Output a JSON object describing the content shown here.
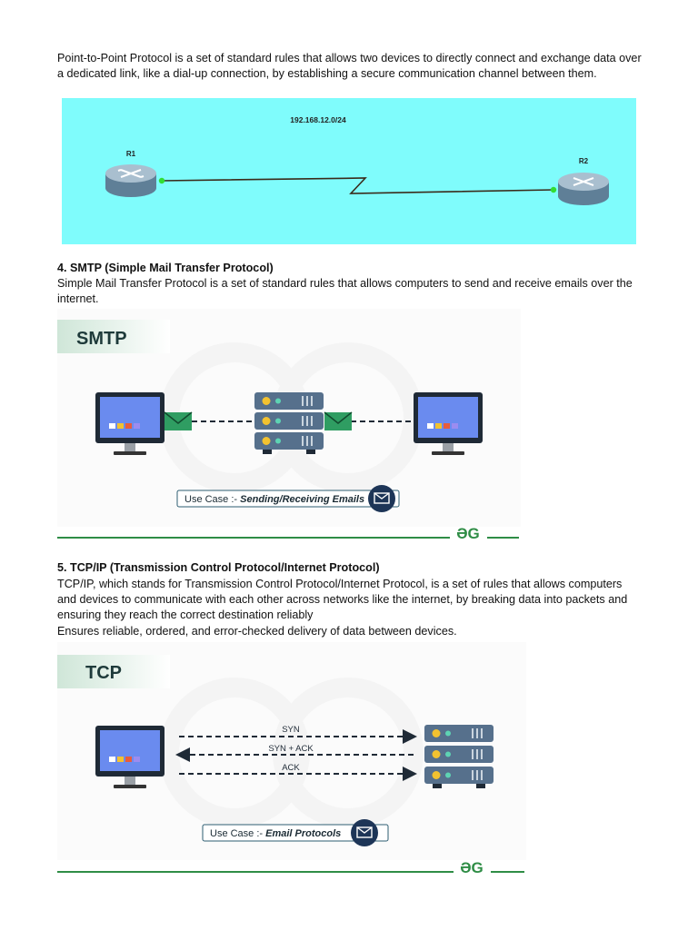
{
  "ppp": {
    "paragraph": "Point-to-Point Protocol is a set of standard rules that allows two devices to directly connect and exchange data over a dedicated link, like a dial-up connection, by establishing a secure communication channel between them.",
    "diagram": {
      "network_label": "192.168.12.0/24",
      "router1_label": "R1",
      "router2_label": "R2",
      "background_color": "#7ffcfc"
    }
  },
  "smtp": {
    "heading": "4. SMTP (Simple Mail Transfer Protocol)",
    "paragraph": "Simple Mail Transfer Protocol is a set of standard rules that allows computers to send and receive emails over the internet.",
    "figure": {
      "title": "SMTP",
      "use_case_prefix": "Use Case :- ",
      "use_case_value": "Sending/Receiving Emails",
      "logo_text": "ƏG",
      "accent_color": "#2f8d46"
    }
  },
  "tcp": {
    "heading": "5. TCP/IP (Transmission Control Protocol/Internet Protocol)",
    "paragraph": "TCP/IP, which stands for Transmission Control Protocol/Internet Protocol, is a set of rules that allows computers and devices to communicate with each other across networks like the internet, by breaking data into packets and ensuring they reach the correct destination reliably",
    "paragraph2": "Ensures reliable, ordered, and error-checked delivery of data between devices.",
    "figure": {
      "title": "TCP",
      "arrow1_label": "SYN",
      "arrow2_label": "SYN + ACK",
      "arrow3_label": "ACK",
      "use_case_prefix": "Use Case :- ",
      "use_case_value": "Email Protocols",
      "logo_text": "ƏG",
      "accent_color": "#2f8d46"
    }
  }
}
